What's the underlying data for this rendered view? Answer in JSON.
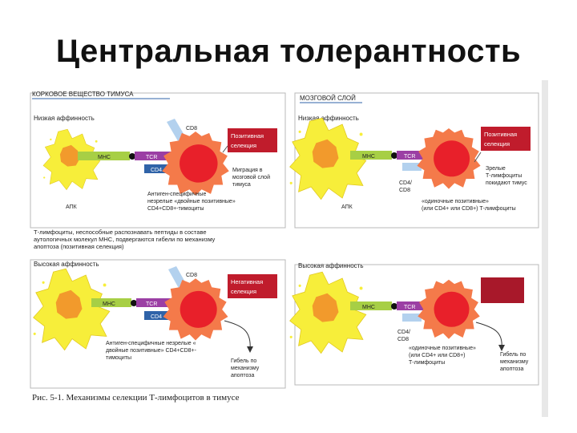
{
  "title": "Центральная толерантность",
  "caption": "Рис. 5-1. Механизмы селекции Т-лимфоцитов в тимусе",
  "left_header": "КОРКОВОЕ ВЕЩЕСТВО ТИМУСА",
  "right_header": "МОЗГОВОЙ СЛОЙ",
  "low_affinity": "Низкая аффинность",
  "high_affinity": "Высокая аффинность",
  "mhc": "МНС",
  "tcr": "TCR",
  "cd8": "CD8",
  "cd4": "CD4",
  "cd4_cd8_line1": "CD4/",
  "cd4_cd8_line2": "CD8",
  "apk": "АПК",
  "positive_line1": "Позитивная",
  "positive_line2": "селекция",
  "negative_line1": "Негативная",
  "negative_line2": "селекция",
  "migration": [
    "Миграция в",
    "мозговой слой",
    "тимуса"
  ],
  "antigen_dp_top": [
    "Антиген-специфичные",
    "незрелые «двойные позитивные»",
    "CD4+CD8+-тимоциты"
  ],
  "mature": [
    "Зрелые",
    "Т-лимфоциты",
    "покидают тимус"
  ],
  "single_positive_top": [
    "«одиночные позитивные»",
    "(или CD4+ или CD8+) Т-лимфоциты"
  ],
  "middle_note": [
    "Т-лимфоциты, неспособные распознавать пептиды в составе",
    "аутологичных молекул МНС, подвергаются гибели по механизму",
    "апоптоза (позитивная селекция)"
  ],
  "antigen_dp_bottom": [
    "Антиген-специфичные незрелые «",
    "двойные позитивные» CD4+CD8+-",
    "тимоциты"
  ],
  "death": [
    "Гибель по",
    "механизму",
    "апоптоза"
  ],
  "single_positive_bottom": [
    "«одиночные позитивные»",
    "(или CD4+ или CD8+)",
    "Т-лимфоциты"
  ],
  "colors": {
    "apc_yellow": "#f7ee3a",
    "apc_nucleus": "#f29a2c",
    "lymph_outer": "#f47a4a",
    "lymph_inner": "#e8202a",
    "mhc_bar": "#a7cf45",
    "tcr_bar": "#9b3fa4",
    "cd8_bar": "#b3d1ee",
    "cd4_bar": "#2f63a8",
    "selection_box": "#c01c2c",
    "header_rule": "#2f63a8"
  }
}
